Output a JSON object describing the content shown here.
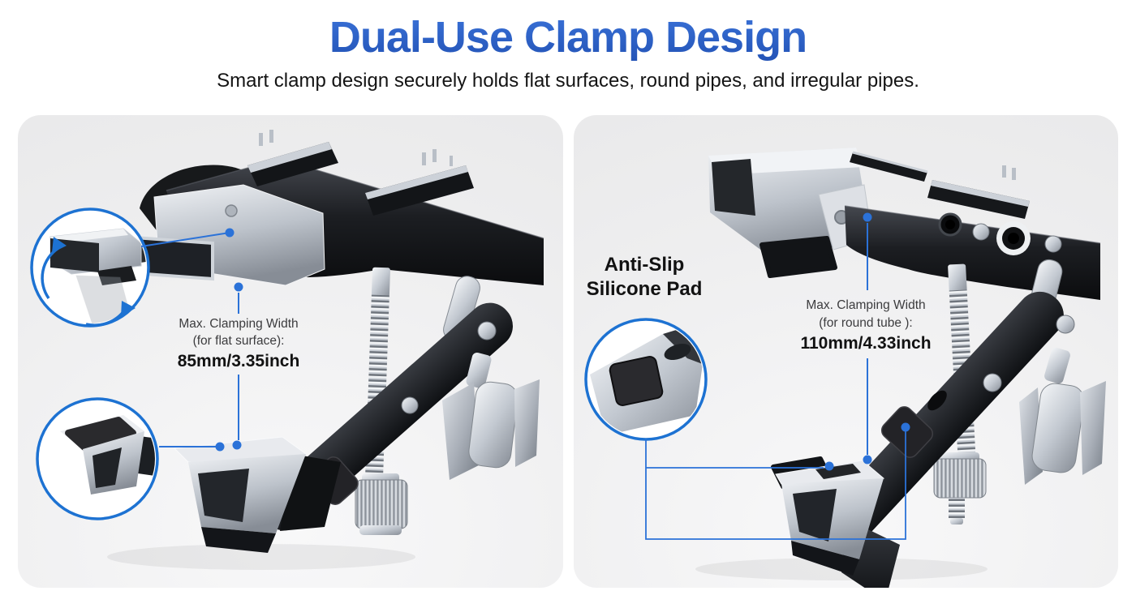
{
  "header": {
    "title": "Dual-Use Clamp Design",
    "subtitle": "Smart clamp design securely holds flat surfaces, round pipes, and irregular pipes."
  },
  "colors": {
    "title_blue": "#2a5dc4",
    "callout_ring_blue": "#1d72d2",
    "connector_blue": "#2b72d8",
    "panel_background": "#ededee",
    "annotation_text": "#3c3c3e",
    "annotation_value": "#121212"
  },
  "left_panel": {
    "dimension": {
      "label_line1": "Max. Clamping Width",
      "label_line2": "(for flat surface):",
      "value": "85mm/3.35inch"
    }
  },
  "right_panel": {
    "pad_label": {
      "line1": "Anti-Slip",
      "line2": "Silicone Pad"
    },
    "dimension": {
      "label_line1": "Max. Clamping Width",
      "label_line2": "(for round tube ):",
      "value": "110mm/4.33inch"
    }
  }
}
